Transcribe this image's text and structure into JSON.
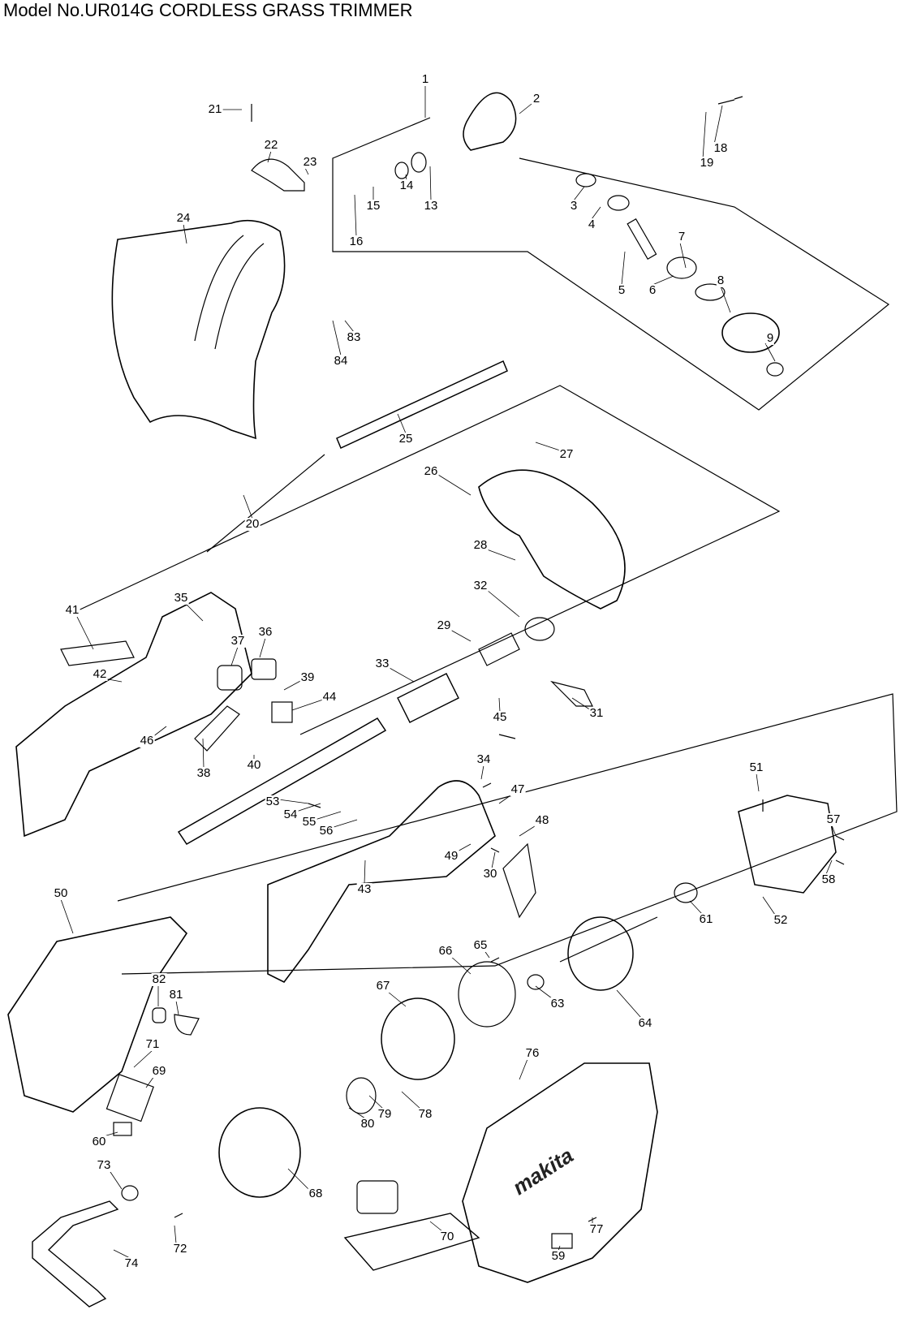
{
  "title": "Model No.UR014G CORDLESS GRASS TRIMMER",
  "logo_text": "makita",
  "parts": [
    "1",
    "2",
    "3",
    "4",
    "5",
    "6",
    "7",
    "8",
    "9",
    "13",
    "14",
    "15",
    "16",
    "18",
    "19",
    "20",
    "21",
    "22",
    "23",
    "24",
    "25",
    "26",
    "27",
    "28",
    "29",
    "30",
    "31",
    "32",
    "33",
    "34",
    "35",
    "36",
    "37",
    "38",
    "39",
    "40",
    "41",
    "42",
    "43",
    "44",
    "45",
    "46",
    "47",
    "48",
    "49",
    "50",
    "51",
    "52",
    "53",
    "54",
    "55",
    "56",
    "57",
    "58",
    "59",
    "60",
    "61",
    "63",
    "64",
    "65",
    "66",
    "67",
    "68",
    "69",
    "70",
    "71",
    "72",
    "73",
    "74",
    "76",
    "77",
    "78",
    "79",
    "80",
    "81",
    "82",
    "83",
    "84"
  ]
}
